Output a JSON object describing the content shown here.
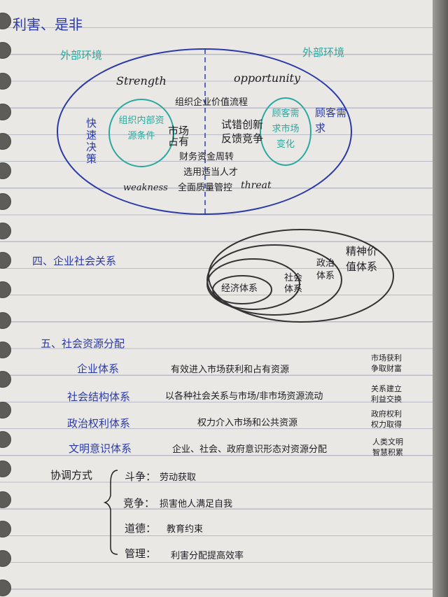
{
  "title": "利害、是非",
  "swot": {
    "external_left": "外部环境",
    "external_right": "外部环境",
    "strength": "Strength",
    "opportunity": "opportunity",
    "weakness": "weakness",
    "threat": "threat",
    "quick_decide": "快速决策",
    "internal_resources": "组织内部资源条件",
    "market_note": "顾客需求市场变化",
    "customer": "顾客需求",
    "line1": "组织企业价值流程",
    "line2a": "市场占有",
    "line2b": "试错反馈",
    "line2c": "创新竞争",
    "line3": "财务资金周转",
    "line4": "选用适当人才",
    "line5": "全面质量管控"
  },
  "section4": {
    "heading": "四、企业社会关系",
    "circles": [
      "精神价值体系",
      "政治体系",
      "社会体系",
      "经济体系"
    ]
  },
  "section5": {
    "heading": "五、社会资源分配",
    "rows": [
      {
        "name": "企业体系",
        "desc": "有效进入市场获利和占有资源",
        "note": "市场获利 争取财富"
      },
      {
        "name": "社会结构体系",
        "desc": "以各种社会关系与市场/非市场资源流动",
        "note": "关系建立 利益交换"
      },
      {
        "name": "政治权利体系",
        "desc": "权力介入市场和公共资源",
        "note": "政府权利 权力取得"
      },
      {
        "name": "文明意识体系",
        "desc": "企业、社会、政府意识形态对资源分配",
        "note": "人类文明 智慧积累"
      }
    ],
    "coordination_label": "协调方式",
    "coordination": [
      {
        "key": "斗争：",
        "val": "劳动获取"
      },
      {
        "key": "竞争：",
        "val": "损害他人满足自我"
      },
      {
        "key": "道德：",
        "val": "教育约束"
      },
      {
        "key": "管理：",
        "val": "利害分配提高效率"
      }
    ]
  }
}
